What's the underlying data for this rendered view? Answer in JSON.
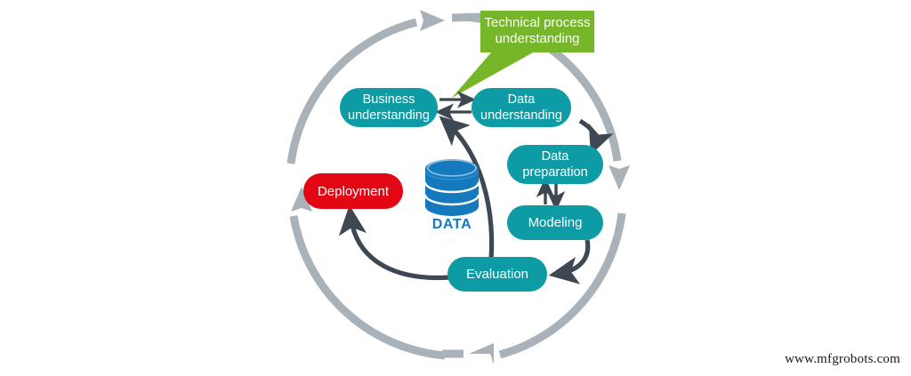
{
  "diagram": {
    "type": "cycle-process-diagram",
    "title_box": {
      "label_line1": "Technical process",
      "label_line2": "understanding",
      "color": "#76b729",
      "text_color": "#ffffff"
    },
    "nodes": [
      {
        "id": "business-understanding",
        "label_line1": "Business",
        "label_line2": "understanding",
        "color": "#0d9ba5",
        "text_color": "#ffffff"
      },
      {
        "id": "data-understanding",
        "label_line1": "Data",
        "label_line2": "understanding",
        "color": "#0d9ba5",
        "text_color": "#ffffff"
      },
      {
        "id": "data-preparation",
        "label_line1": "Data",
        "label_line2": "preparation",
        "color": "#0d9ba5",
        "text_color": "#ffffff"
      },
      {
        "id": "modeling",
        "label_line1": "Modeling",
        "label_line2": "",
        "color": "#0d9ba5",
        "text_color": "#ffffff"
      },
      {
        "id": "evaluation",
        "label_line1": "Evaluation",
        "label_line2": "",
        "color": "#0d9ba5",
        "text_color": "#ffffff"
      },
      {
        "id": "deployment",
        "label_line1": "Deployment",
        "label_line2": "",
        "color": "#e30613",
        "text_color": "#ffffff"
      }
    ],
    "data_store": {
      "caption": "DATA",
      "color": "#1479bd",
      "caption_color": "#1479bd"
    },
    "outer_ring": {
      "color": "#a8b2b8",
      "direction": "clockwise",
      "arrowhead_count": 4
    },
    "connector_color": "#3d4852"
  },
  "watermark": {
    "text": "www.mfgrobots.com"
  }
}
